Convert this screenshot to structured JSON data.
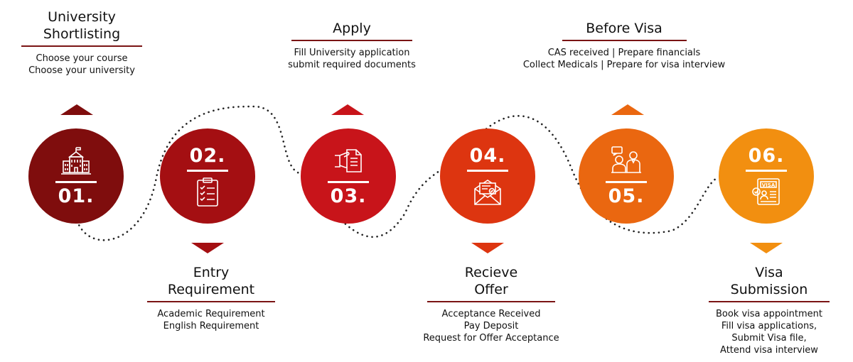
{
  "steps": [
    {
      "number": "01.",
      "title": "University\nShortlisting",
      "lines": [
        "Choose your course",
        "Choose your university"
      ],
      "icon": "university-building-icon",
      "color": "#7f0d0d",
      "position": "top"
    },
    {
      "number": "02.",
      "title": "Entry\nRequirement",
      "lines": [
        "Academic Requirement",
        "English Requirement"
      ],
      "icon": "checklist-clipboard-icon",
      "color": "#a40f12",
      "position": "bottom"
    },
    {
      "number": "03.",
      "title": "Apply",
      "lines": [
        "Fill University application",
        "submit required documents"
      ],
      "icon": "hand-document-icon",
      "color": "#c8141a",
      "position": "top"
    },
    {
      "number": "04.",
      "title": "Recieve\nOffer",
      "lines": [
        "Acceptance Received",
        "Pay Deposit",
        "Request for Offer Acceptance"
      ],
      "icon": "offer-envelope-icon",
      "color": "#dd3510",
      "position": "bottom"
    },
    {
      "number": "05.",
      "title": "Before Visa",
      "lines": [
        "CAS received  |  Prepare financials",
        "Collect Medicals  |  Prepare for visa interview"
      ],
      "icon": "interview-people-icon",
      "color": "#ea6710",
      "position": "top"
    },
    {
      "number": "06.",
      "title": "Visa\nSubmission",
      "lines": [
        "Book visa appointment",
        "Fill visa applications,",
        "Submit Visa file,",
        "Attend visa interview"
      ],
      "icon": "visa-document-icon",
      "color": "#f28f10",
      "position": "bottom"
    }
  ],
  "colors": {
    "rule": "#7a1414",
    "text": "#111111",
    "connector": "#222222"
  }
}
